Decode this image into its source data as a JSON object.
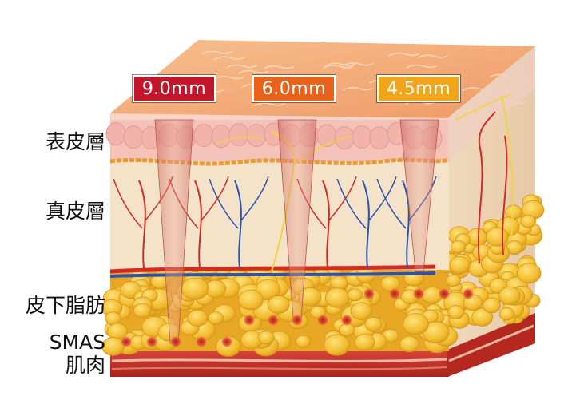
{
  "depth_tags": [
    {
      "label": "9.0mm",
      "color": "#c4162a"
    },
    {
      "label": "6.0mm",
      "color": "#e8621c"
    },
    {
      "label": "4.5mm",
      "color": "#f2a51a"
    }
  ],
  "layer_labels": {
    "epidermis": "表皮層",
    "dermis": "真皮層",
    "subcutaneous_fat": "皮下脂肪",
    "smas": "SMAS",
    "muscle": "肌肉"
  },
  "colors": {
    "skin_top": "#f4a87a",
    "epidermis": "#f3c2b8",
    "dermis": "#f4e3c9",
    "fat": "#f5c23a",
    "muscle": "#c6312a",
    "artery": "#d42a22",
    "vein": "#2a52b0",
    "nerve": "#f0d34a"
  }
}
